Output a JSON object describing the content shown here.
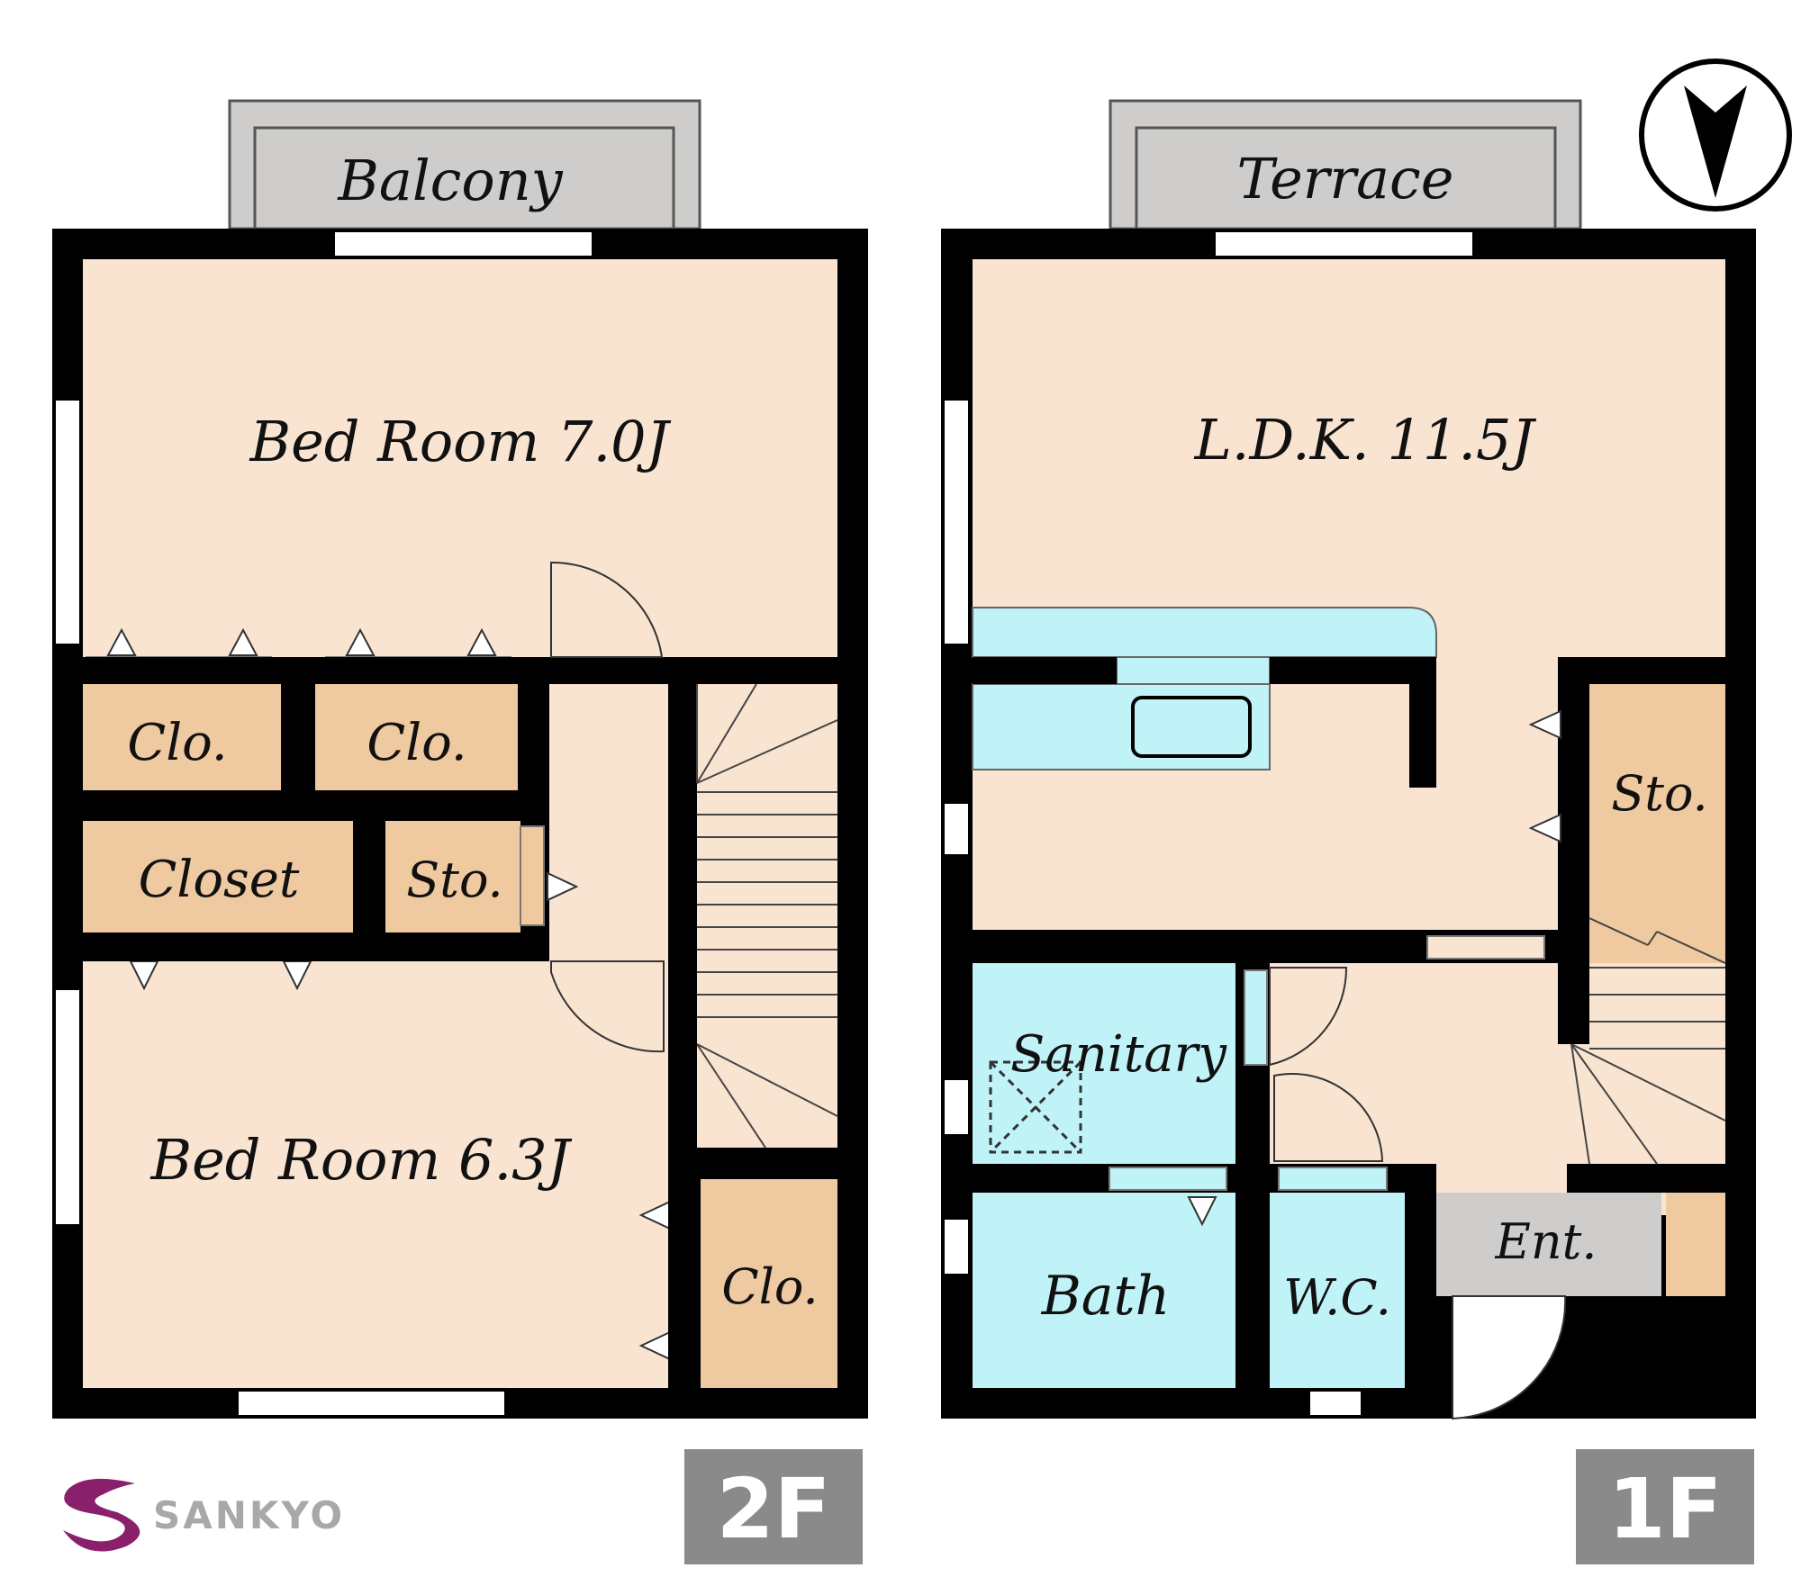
{
  "colors": {
    "room": "#f9e3d1",
    "closet": "#efc9a0",
    "wet": "#bff3f7",
    "grey": "#cfcdcc",
    "wall": "#000000",
    "floor_badge": "#8a8a8a",
    "logo_mark": "#8a1f6b"
  },
  "plan_2f": {
    "balcony": "Balcony",
    "bed_room_1": "Bed Room 7.0J",
    "clo_1": "Clo.",
    "clo_2": "Clo.",
    "closet": "Closet",
    "sto": "Sto.",
    "bed_room_2": "Bed Room 6.3J",
    "clo_3": "Clo.",
    "floor": "2F"
  },
  "plan_1f": {
    "terrace": "Terrace",
    "ldk": "L.D.K. 11.5J",
    "sto": "Sto.",
    "sanitary": "Sanitary",
    "bath": "Bath",
    "wc": "W.C.",
    "ent": "Ent.",
    "floor": "1F"
  },
  "logo": {
    "text": "SANKYO"
  },
  "compass": {
    "icon": "north-arrow-icon"
  }
}
